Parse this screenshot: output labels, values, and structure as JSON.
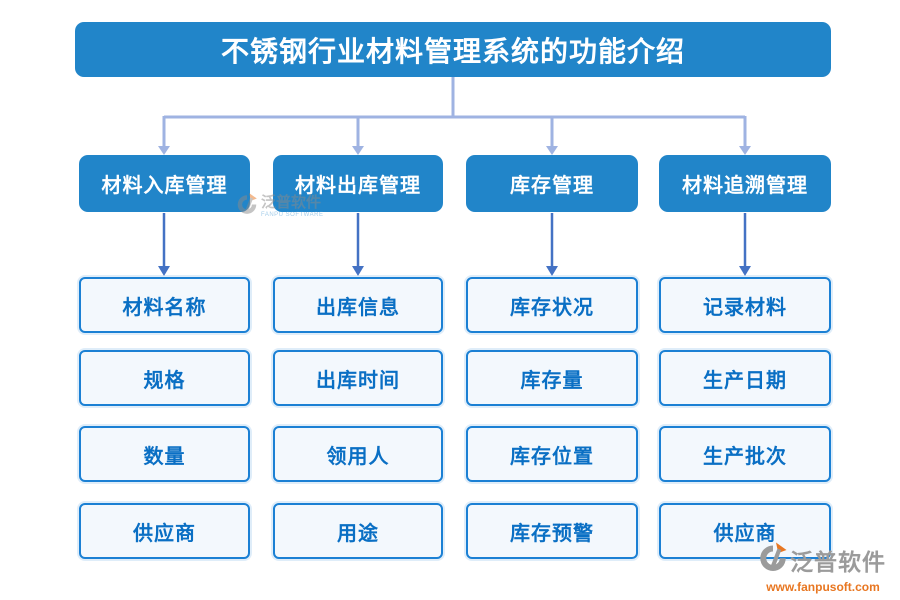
{
  "title": "不锈钢行业材料管理系统的功能介绍",
  "branches": [
    {
      "label": "材料入库管理",
      "items": [
        "材料名称",
        "规格",
        "数量",
        "供应商"
      ]
    },
    {
      "label": "材料出库管理",
      "items": [
        "出库信息",
        "出库时间",
        "领用人",
        "用途"
      ]
    },
    {
      "label": "库存管理",
      "items": [
        "库存状况",
        "库存量",
        "库存位置",
        "库存预警"
      ]
    },
    {
      "label": "材料追溯管理",
      "items": [
        "记录材料",
        "生产日期",
        "生产批次",
        "供应商"
      ]
    }
  ],
  "watermark": {
    "brand": "泛普软件",
    "brand_sub": "FANPU SOFTWARE",
    "url": "www.fanpusoft.com"
  },
  "colors": {
    "node_blue": "#2185C9",
    "leaf_border": "#1B80D4",
    "leaf_text": "#0A6FC4",
    "leaf_bg": "#F3F8FD",
    "tree_line": "#9FB3E2",
    "arrow_blue": "#4472C4",
    "watermark_gray": "#9B9B9B",
    "watermark_orange": "#E87722"
  }
}
